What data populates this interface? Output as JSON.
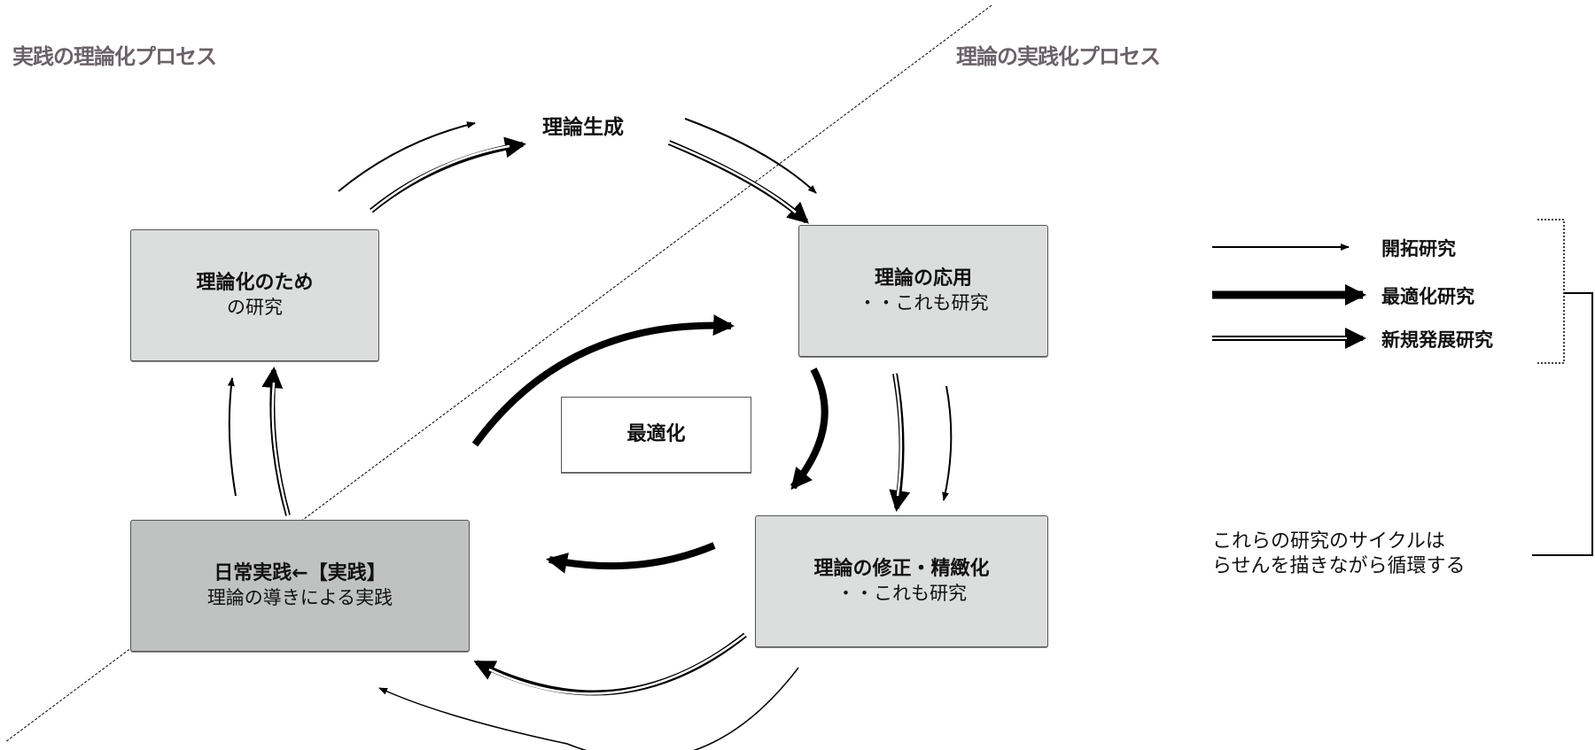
{
  "section_titles": {
    "left": "実践の理論化プロセス",
    "right": "理論の実践化プロセス"
  },
  "cycle": {
    "top_label": "理論生成",
    "center_label": "最適化",
    "boxes": {
      "theorization": {
        "line1": "理論化のため",
        "line2": "の研究"
      },
      "application": {
        "line1": "理論の応用",
        "line2": "・・これも研究"
      },
      "practice": {
        "line1": "日常実践←【実践】",
        "line2": "理論の導きによる実践"
      },
      "refinement": {
        "line1": "理論の修正・精緻化",
        "line2": "・・これも研究"
      }
    }
  },
  "legend": {
    "items": [
      {
        "label": "開拓研究",
        "arrow": "thin"
      },
      {
        "label": "最適化研究",
        "arrow": "thick"
      },
      {
        "label": "新規発展研究",
        "arrow": "double"
      }
    ],
    "note_line1": "これらの研究のサイクルは",
    "note_line2": "らせんを描きながら循環する"
  },
  "colors": {
    "title_gray": "#6b6268",
    "box_light": "#dcdddd",
    "box_dark": "#c0c1c1"
  }
}
